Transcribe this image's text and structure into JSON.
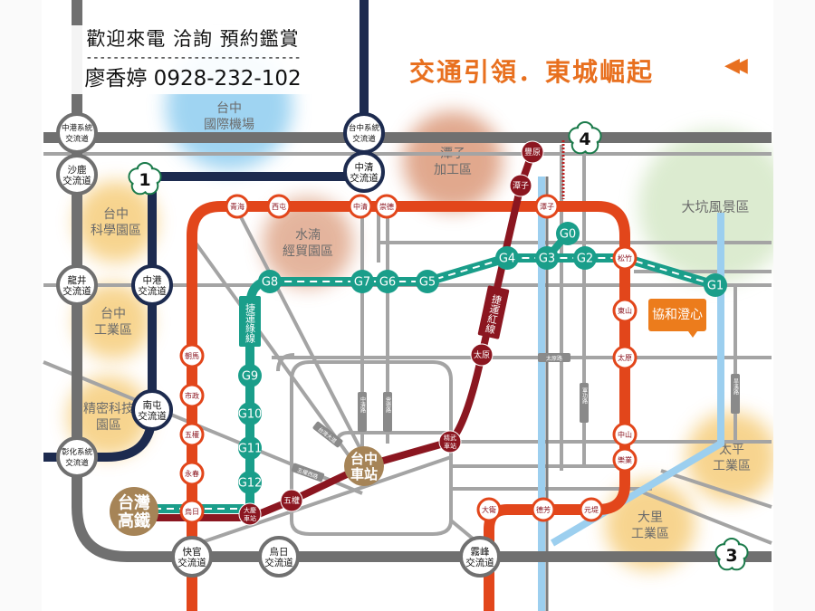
{
  "header": {
    "contact_line": "歡迎來電  洽詢  預約鑑賞",
    "divider": "--------------------------------",
    "agent_line": "廖香婷  0928-232-102",
    "slogan": "交通引領．東城崛起",
    "arrow": "◀◀"
  },
  "project_marker": "協和澄心",
  "areas": [
    {
      "name": "台中\n國際機場",
      "color": "#8fcdf0"
    },
    {
      "name": "潭子\n加工區",
      "color": "#dc9a7a"
    },
    {
      "name": "水湳\n經貿園區",
      "color": "#e0a88c"
    },
    {
      "name": "台中\n科學園區",
      "color": "#f6cd7c"
    },
    {
      "name": "台中\n工業區",
      "color": "#f6cd7c"
    },
    {
      "name": "精密科技\n園區",
      "color": "#f6cd7c"
    },
    {
      "name": "大坑風景區",
      "color": "#d6e8c8"
    },
    {
      "name": "太平\n工業區",
      "color": "#f6cd7c"
    },
    {
      "name": "大里\n工業區",
      "color": "#f6cd7c"
    }
  ],
  "interchanges": [
    "中港系統\n交流道",
    "沙鹿\n交流道",
    "龍井\n交流道",
    "中港\n交流道",
    "南屯\n交流道",
    "彰化系統\n交流道",
    "台中系統\n交流道",
    "中清\n交流道",
    "快官\n交流道",
    "烏日\n交流道",
    "霧峰\n交流道"
  ],
  "highway_shields": [
    "1",
    "4",
    "3"
  ],
  "lines": {
    "colors": {
      "orange": "#e2461b",
      "green": "#1a9e8a",
      "red": "#8b1620",
      "navy": "#1d2b4f",
      "road": "#9a9a9a",
      "highway": "#707070",
      "river": "#9ccfef"
    },
    "green_line_label": "捷運綠線",
    "red_line_label": "捷運紅線",
    "orange_stations": [
      "青海",
      "西屯",
      "中清",
      "崇德",
      "潭子",
      "松竹",
      "東山",
      "太原",
      "中山",
      "樂業",
      "元堤",
      "德芳",
      "大衛",
      "朝馬",
      "市政",
      "五權",
      "永春",
      "烏日"
    ],
    "green_stations": [
      "G0",
      "G1",
      "G2",
      "G3",
      "G4",
      "G5",
      "G6",
      "G7",
      "G8",
      "G9",
      "G10",
      "G11",
      "G12"
    ],
    "red_stations": [
      "豐原",
      "潭子",
      "太原",
      "精武\n車站",
      "五權",
      "大慶\n車站"
    ]
  },
  "hubs": {
    "taichung_station": "台中\n車站",
    "hsr": "台灣\n高鐵"
  },
  "roads": [
    "中清路",
    "崇德路",
    "太原路",
    "軍功路",
    "旱溪路",
    "台灣大道",
    "五權西路"
  ]
}
